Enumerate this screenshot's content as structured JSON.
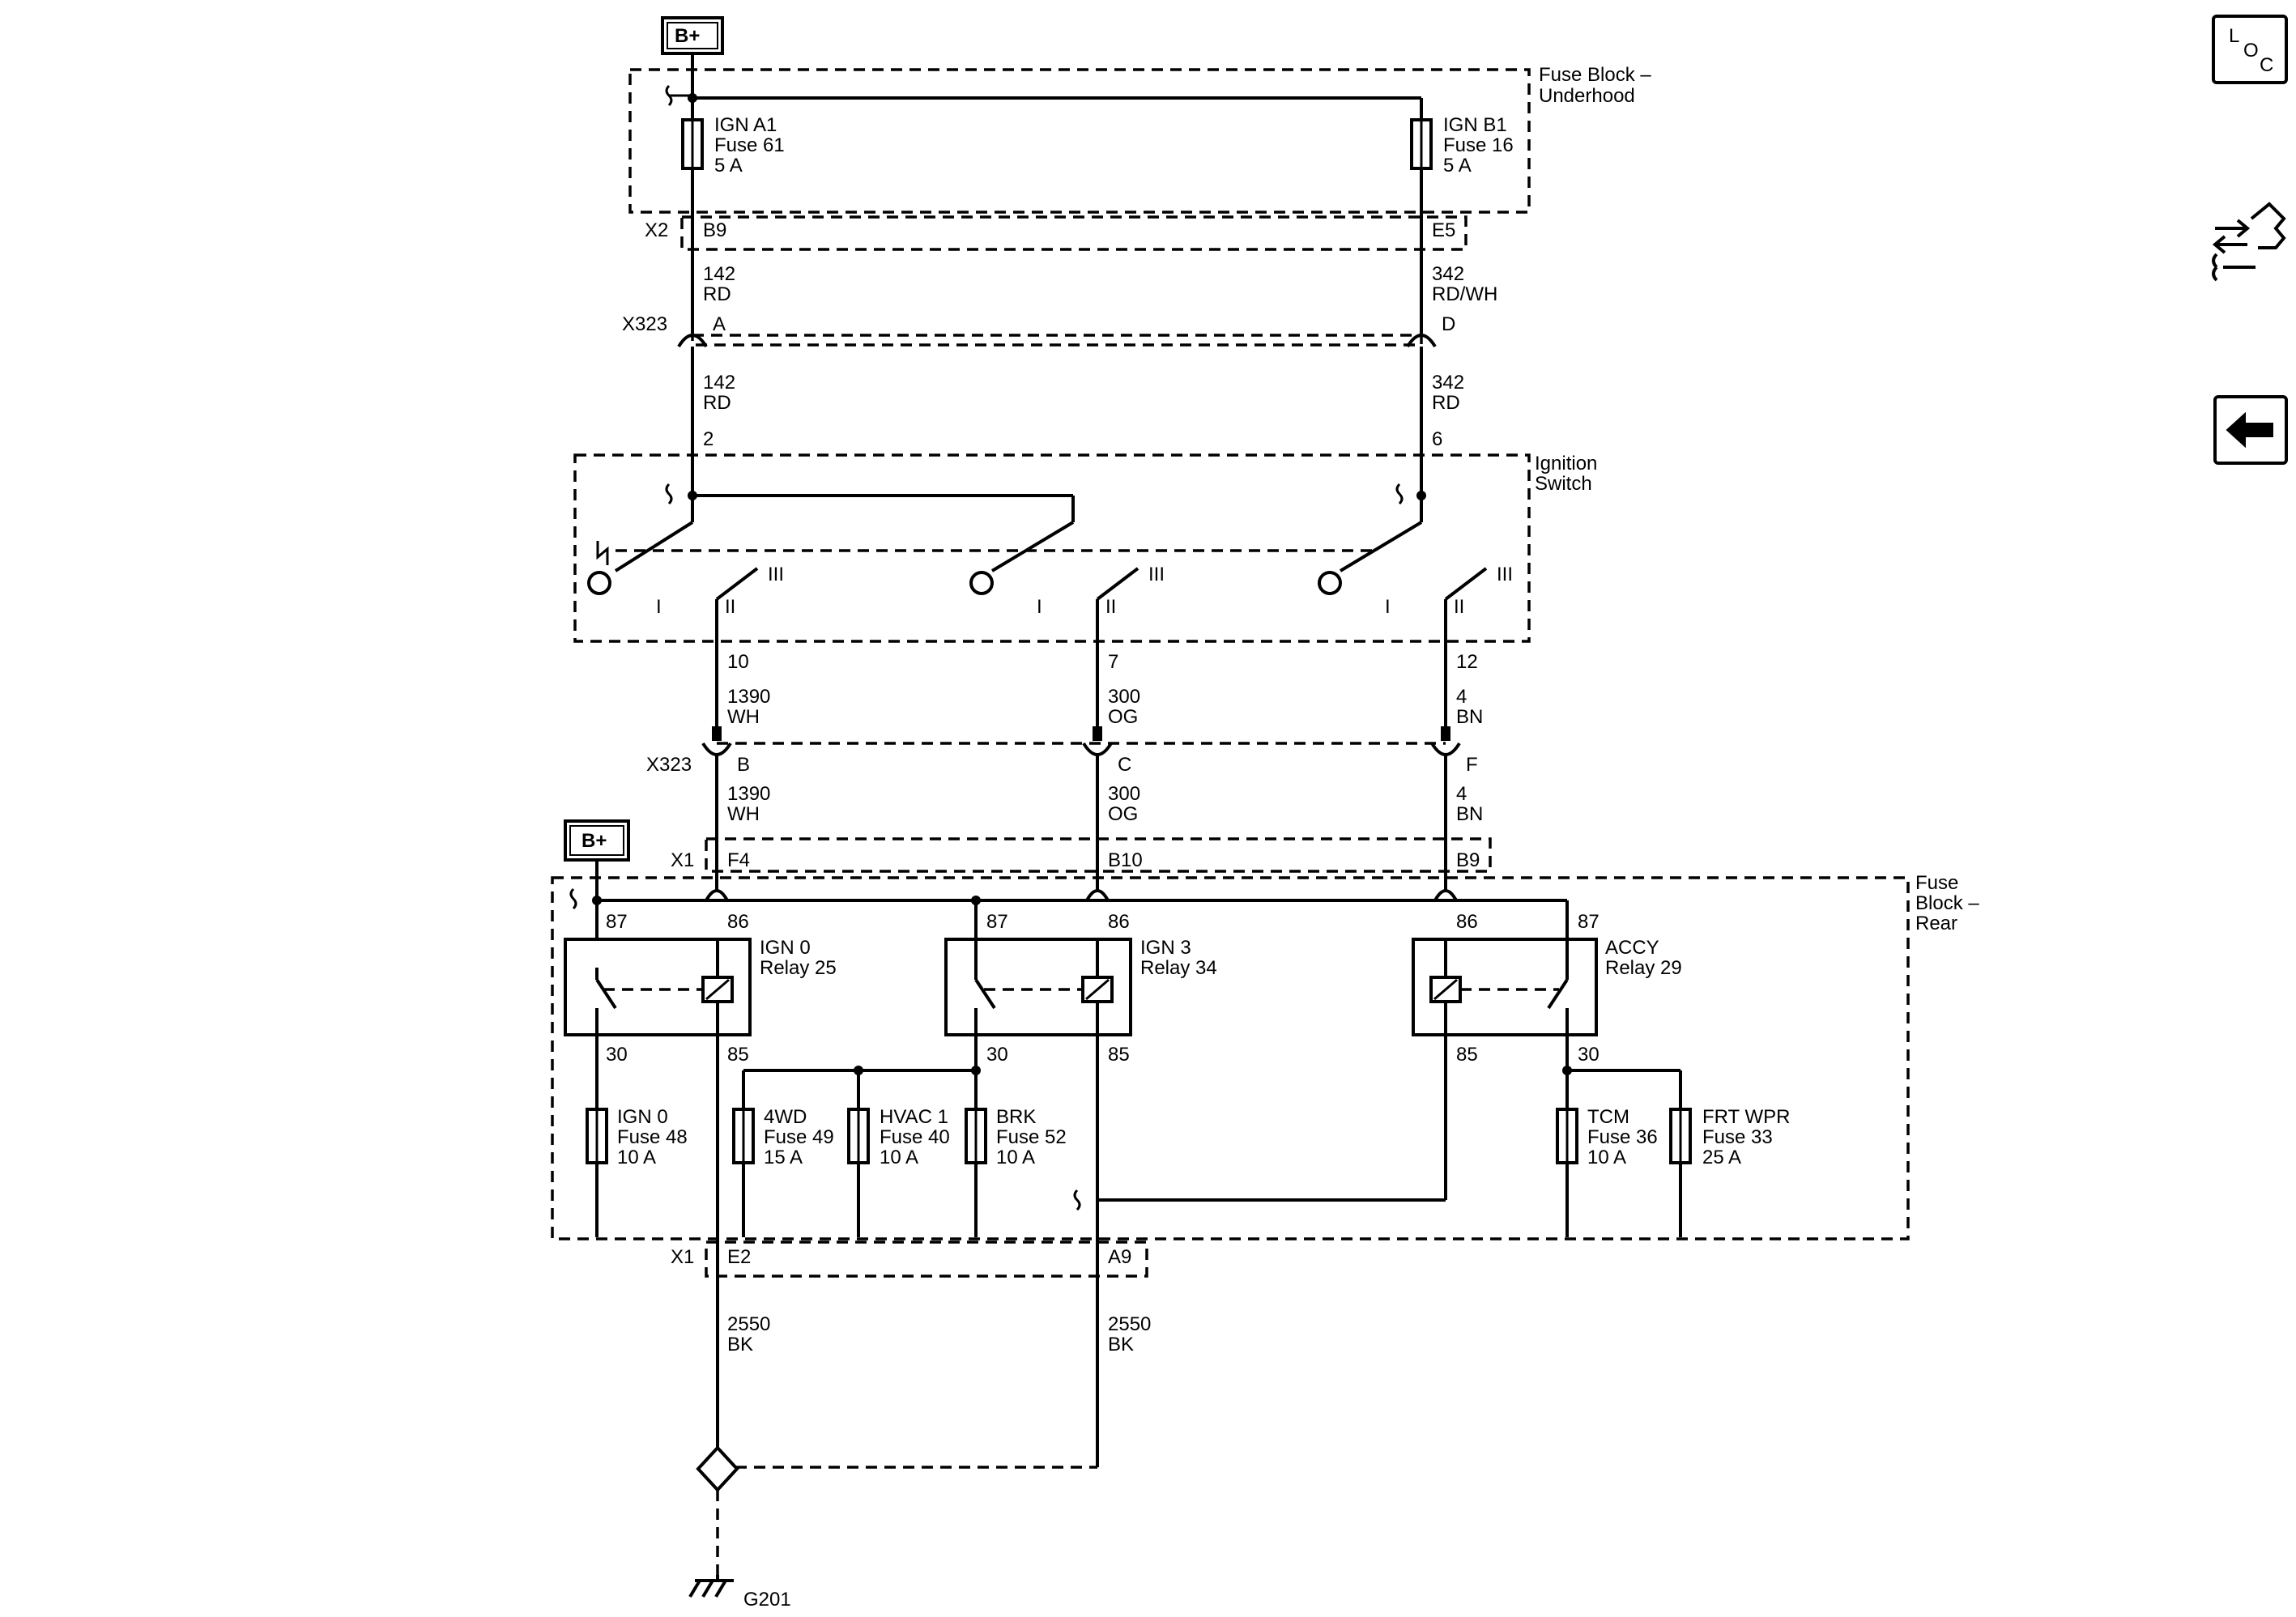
{
  "supply": {
    "top": "B+",
    "rear": "B+"
  },
  "fuse_block_underhood": {
    "title_line1": "Fuse Block –",
    "title_line2": "Underhood",
    "fuses": [
      {
        "line1": "IGN A1",
        "line2": "Fuse 61",
        "line3": "5 A"
      },
      {
        "line1": "IGN B1",
        "line2": "Fuse 16",
        "line3": "5 A"
      }
    ],
    "connector": "X2",
    "pins": [
      "B9",
      "E5"
    ]
  },
  "wires_upper": [
    {
      "circuit": "142",
      "color": "RD"
    },
    {
      "circuit": "342",
      "color": "RD/WH"
    }
  ],
  "connector_x323_top": {
    "name": "X323",
    "pins": [
      "A",
      "D"
    ]
  },
  "wires_to_switch": [
    {
      "circuit": "142",
      "color": "RD",
      "pin": "2"
    },
    {
      "circuit": "342",
      "color": "RD",
      "pin": "6"
    }
  ],
  "ignition_switch": {
    "title_line1": "Ignition",
    "title_line2": "Switch",
    "position_labels": {
      "p1": "I",
      "p2": "II",
      "p3": "III"
    }
  },
  "switch_outputs": [
    {
      "pin": "10",
      "circuit": "1390",
      "color": "WH"
    },
    {
      "pin": "7",
      "circuit": "300",
      "color": "OG"
    },
    {
      "pin": "12",
      "circuit": "4",
      "color": "BN"
    }
  ],
  "connector_x323_mid": {
    "name": "X323",
    "pins": [
      "B",
      "C",
      "F"
    ],
    "wires": [
      {
        "circuit": "1390",
        "color": "WH"
      },
      {
        "circuit": "300",
        "color": "OG"
      },
      {
        "circuit": "4",
        "color": "BN"
      }
    ]
  },
  "fuse_block_rear": {
    "title_line1": "Fuse",
    "title_line2": "Block –",
    "title_line3": "Rear",
    "connector_top": "X1",
    "top_pins": [
      "F4",
      "B10",
      "B9"
    ],
    "relays": [
      {
        "line1": "IGN 0",
        "line2": "Relay 25",
        "pin87": "87",
        "pin86": "86",
        "pin30": "30",
        "pin85": "85"
      },
      {
        "line1": "IGN 3",
        "line2": "Relay 34",
        "pin87": "87",
        "pin86": "86",
        "pin30": "30",
        "pin85": "85"
      },
      {
        "line1": "ACCY",
        "line2": "Relay 29",
        "pin87": "87",
        "pin86": "86",
        "pin30": "30",
        "pin85": "85"
      }
    ],
    "fuses": [
      {
        "line1": "IGN 0",
        "line2": "Fuse 48",
        "line3": "10 A"
      },
      {
        "line1": "4WD",
        "line2": "Fuse 49",
        "line3": "15 A"
      },
      {
        "line1": "HVAC 1",
        "line2": "Fuse 40",
        "line3": "10 A"
      },
      {
        "line1": "BRK",
        "line2": "Fuse 52",
        "line3": "10 A"
      },
      {
        "line1": "TCM",
        "line2": "Fuse 36",
        "line3": "10 A"
      },
      {
        "line1": "FRT WPR",
        "line2": "Fuse 33",
        "line3": "25 A"
      }
    ],
    "connector_bottom": "X1",
    "bottom_pins": [
      "E2",
      "A9"
    ]
  },
  "ground_wires": [
    {
      "circuit": "2550",
      "color": "BK"
    },
    {
      "circuit": "2550",
      "color": "BK"
    }
  ],
  "ground": {
    "name": "G201"
  },
  "side_buttons": {
    "loc": {
      "l": "L",
      "o": "O",
      "c": "C"
    },
    "icons": [
      "locator-button",
      "component-view-button",
      "back-arrow-button"
    ]
  }
}
